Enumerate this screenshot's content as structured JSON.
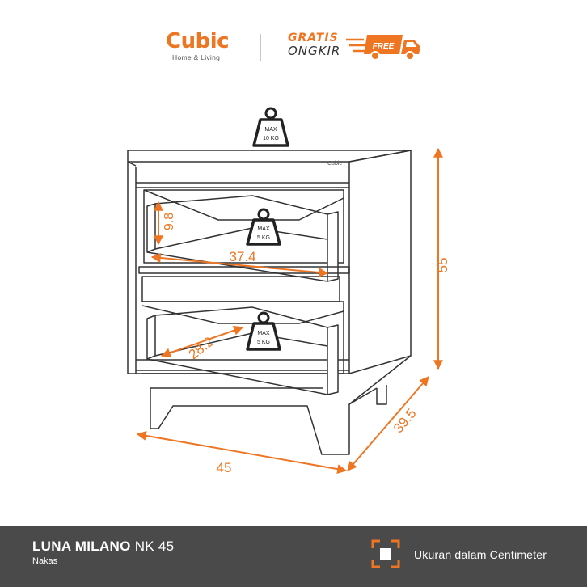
{
  "brand": {
    "name": "Cubic",
    "tagline": "Home & Living",
    "color": "#ee7623"
  },
  "promo": {
    "line1": "GRATIS",
    "line2": "ONGKIR",
    "badge": "FREE",
    "icon": "delivery-truck-icon"
  },
  "product": {
    "name": "LUNA MILANO",
    "code": "NK 45",
    "type": "Nakas"
  },
  "unit_note": "Ukuran dalam Centimeter",
  "cabinet_brand_mark": "Cubic",
  "load_limits": {
    "top": {
      "line1": "MAX",
      "line2": "10 KG"
    },
    "drawer_upper": {
      "line1": "MAX",
      "line2": "5 KG"
    },
    "drawer_lower": {
      "line1": "MAX",
      "line2": "5 KG"
    }
  },
  "dimensions": {
    "height": "55",
    "width": "45",
    "depth": "39.5",
    "drawer_height": "9.8",
    "drawer_width": "37.4",
    "drawer_depth": "28.2"
  },
  "colors": {
    "accent": "#ee7623",
    "outline": "#333333",
    "footer": "#4a4a4a"
  }
}
